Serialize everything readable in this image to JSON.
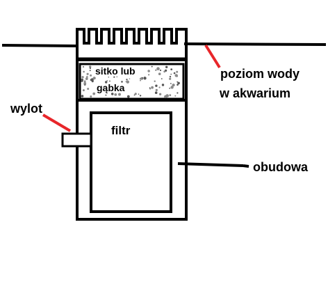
{
  "diagram": {
    "labels": {
      "sponge_line1": "sitko lub",
      "sponge_line2": "gąbka",
      "filter": "filtr",
      "water_line1": "poziom wody",
      "water_line2": "w akwarium",
      "outlet": "wylot",
      "housing": "obudowa"
    },
    "colors": {
      "outline": "#000000",
      "pointer_red": "#e8262a",
      "sponge_speckle": "#8a8a8a"
    }
  }
}
